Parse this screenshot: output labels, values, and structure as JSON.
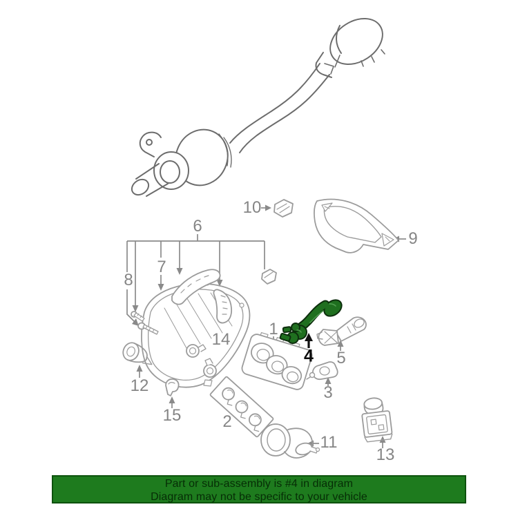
{
  "diagram": {
    "description_labels": [
      {
        "text": "1"
      },
      {
        "text": "2"
      },
      {
        "text": "3"
      },
      {
        "text": "4"
      },
      {
        "text": "5"
      },
      {
        "text": "6"
      },
      {
        "text": "7"
      },
      {
        "text": "8"
      },
      {
        "text": "9"
      },
      {
        "text": "10"
      },
      {
        "text": "11"
      },
      {
        "text": "12"
      },
      {
        "text": "13"
      },
      {
        "text": "14"
      },
      {
        "text": "15"
      }
    ],
    "highlighted_part_number": "4",
    "colors": {
      "line_art": "#9b9b9b",
      "top_assembly_line": "#6c6c6c",
      "leader_line": "#8a8a8a",
      "label_text": "#858585",
      "highlight_label_text": "#0d0d0d",
      "highlight_fill": "#1f6f1f",
      "highlight_outline": "#0d2e0d",
      "highlight_sheen": "#4f9e4f"
    }
  },
  "banner": {
    "line1": "Part or sub-assembly is #4 in diagram",
    "line2": "Diagram may not be specific to your vehicle",
    "background": "#1e7b1e",
    "border": "#0d520d",
    "text_color": "#062d06"
  }
}
